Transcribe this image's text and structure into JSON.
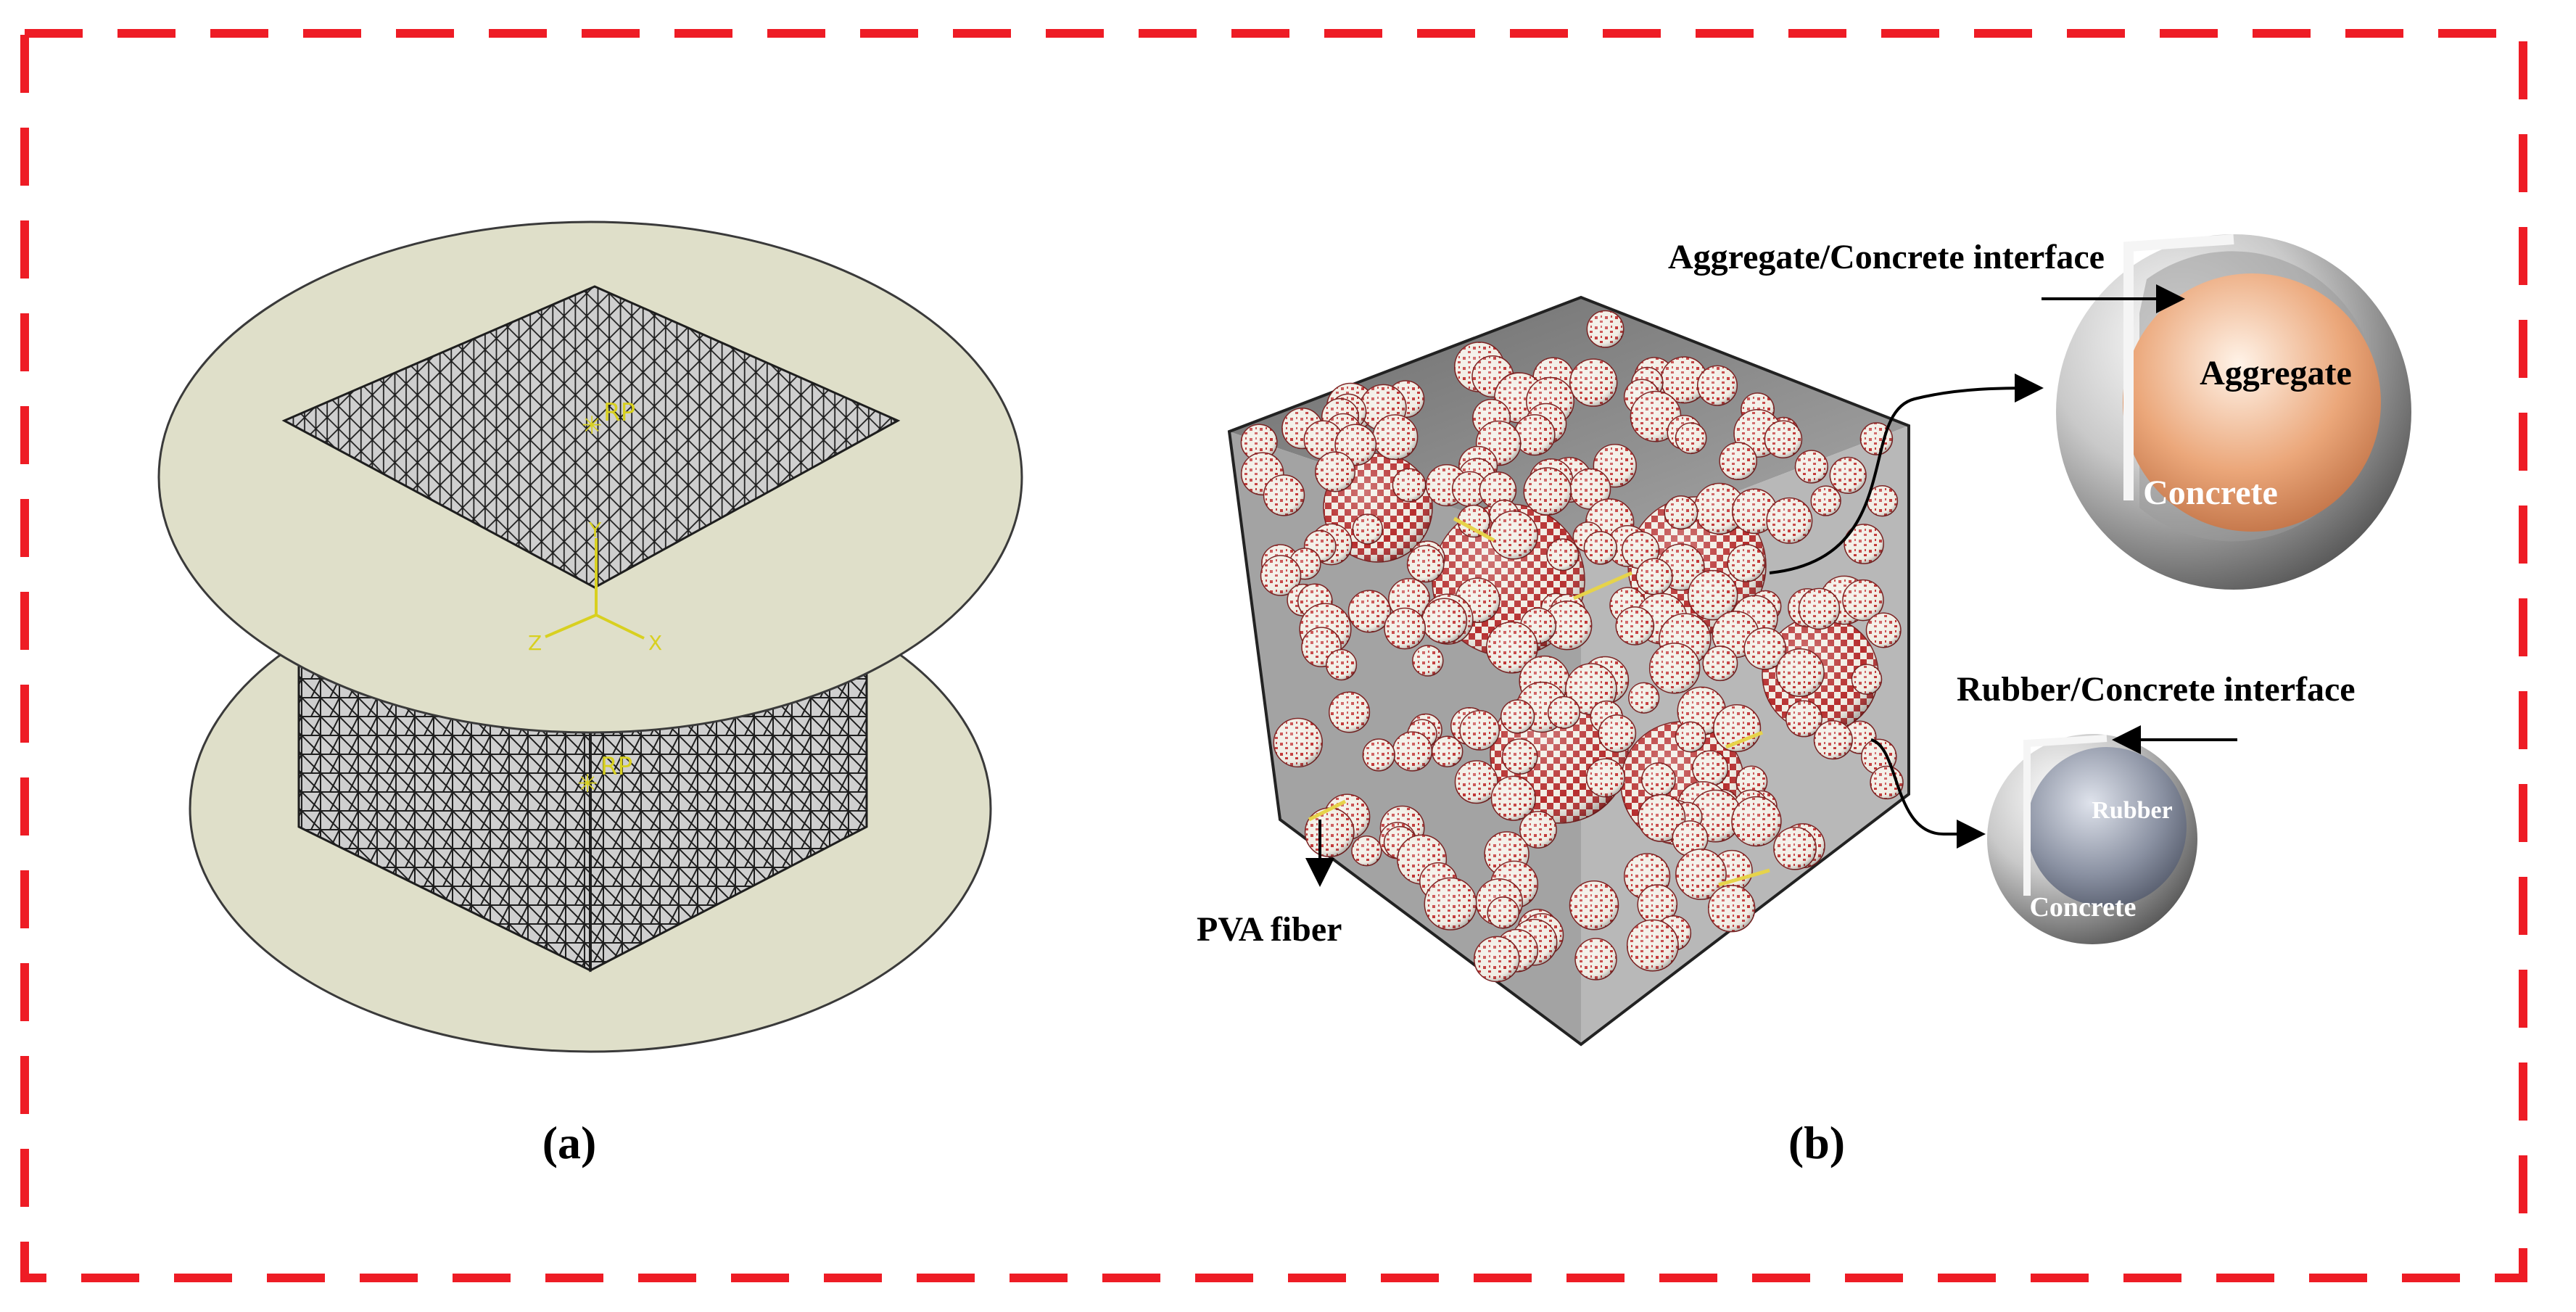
{
  "colors": {
    "border": "#ee1c25",
    "plate": "#dfdfc9",
    "mesh": "#1e1e1e",
    "mesh_face": "#c9c9c9",
    "axis": "#d8d020",
    "box_back": "#7d7d7d",
    "sphere_base": "#f1ede4",
    "sphere_pattern": "#b62d2d",
    "aggregate": "#e49560",
    "rubber": "#7f8696",
    "shell": "#b9b9b9"
  },
  "panel_a": {
    "caption": "(a)",
    "rp_top": "RP",
    "rp_front": "RP",
    "axis_y": "Y",
    "axis_x": "X",
    "axis_z": "Z"
  },
  "panel_b": {
    "caption": "(b)",
    "aggregate_interface": "Aggregate/Concrete interface",
    "aggregate": "Aggregate",
    "aggregate_concrete": "Concrete",
    "rubber_interface": "Rubber/Concrete interface",
    "rubber": "Rubber",
    "rubber_concrete": "Concrete",
    "pva_fiber": "PVA fiber"
  }
}
